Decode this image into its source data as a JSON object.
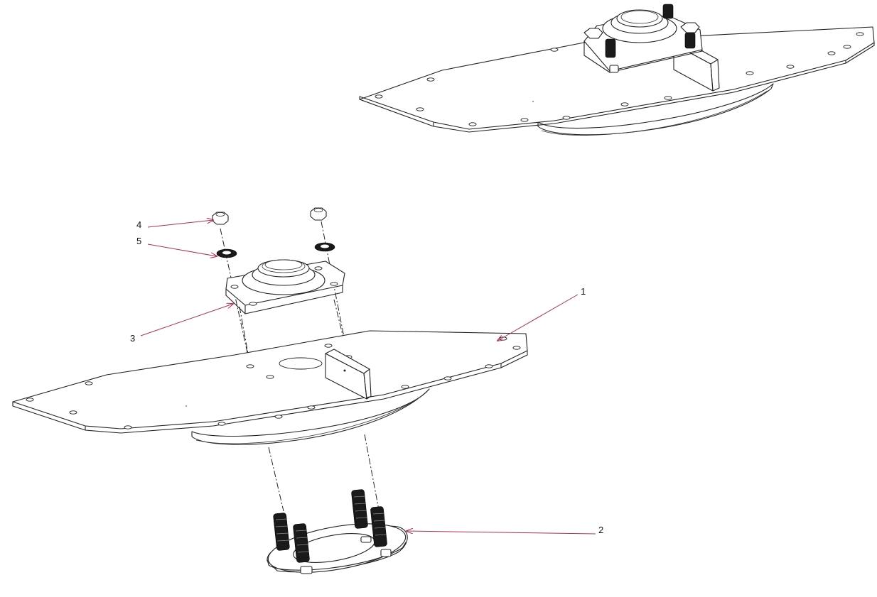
{
  "colors": {
    "line": "#222222",
    "callout": "#b0304a",
    "background": "#ffffff"
  },
  "callouts": [
    {
      "id": "1",
      "label": "1"
    },
    {
      "id": "2",
      "label": "2"
    },
    {
      "id": "3",
      "label": "3"
    },
    {
      "id": "4",
      "label": "4"
    },
    {
      "id": "5",
      "label": "5"
    }
  ]
}
